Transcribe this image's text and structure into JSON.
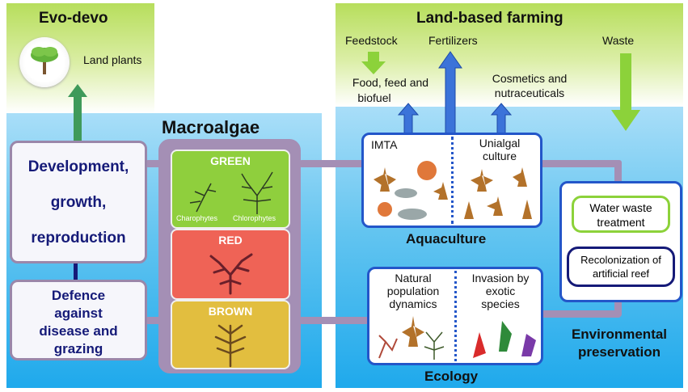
{
  "evo_devo": {
    "title": "Evo-devo",
    "land_plants": "Land plants"
  },
  "land_based_farming": {
    "title": "Land-based farming",
    "feedstock": "Feedstock",
    "fertilizers": "Fertilizers",
    "waste": "Waste",
    "food_feed_biofuel": [
      "Food, feed and",
      "biofuel"
    ],
    "cosmetics": [
      "Cosmetics and",
      "nutraceuticals"
    ]
  },
  "macroalgae": {
    "title": "Macroalgae",
    "green": "GREEN",
    "red": "RED",
    "brown": "BROWN",
    "charophytes": "Charophytes",
    "chlorophytes": "Chlorophytes"
  },
  "biology": {
    "development": [
      "Development,",
      "growth,",
      "reproduction"
    ],
    "defence": [
      "Defence",
      "against",
      "disease and",
      "grazing"
    ]
  },
  "aquaculture": {
    "title": "Aquaculture",
    "imta": "IMTA",
    "unialgal": [
      "Unialgal",
      "culture"
    ]
  },
  "ecology": {
    "title": "Ecology",
    "natural": [
      "Natural",
      "population",
      "dynamics"
    ],
    "invasion": [
      "Invasion by",
      "exotic",
      "species"
    ]
  },
  "environmental": {
    "title": [
      "Environmental",
      "preservation"
    ],
    "water_waste": [
      "Water waste",
      "treatment"
    ],
    "recolonization": [
      "Recolonization of",
      "artificial reef"
    ]
  },
  "colors": {
    "green_box": "#8fcf3d",
    "red_box": "#ef6356",
    "brown_box": "#e2be3f",
    "navy_text": "#151a78",
    "box_border_blue": "#2356c9",
    "connector": "#a48fb5"
  }
}
